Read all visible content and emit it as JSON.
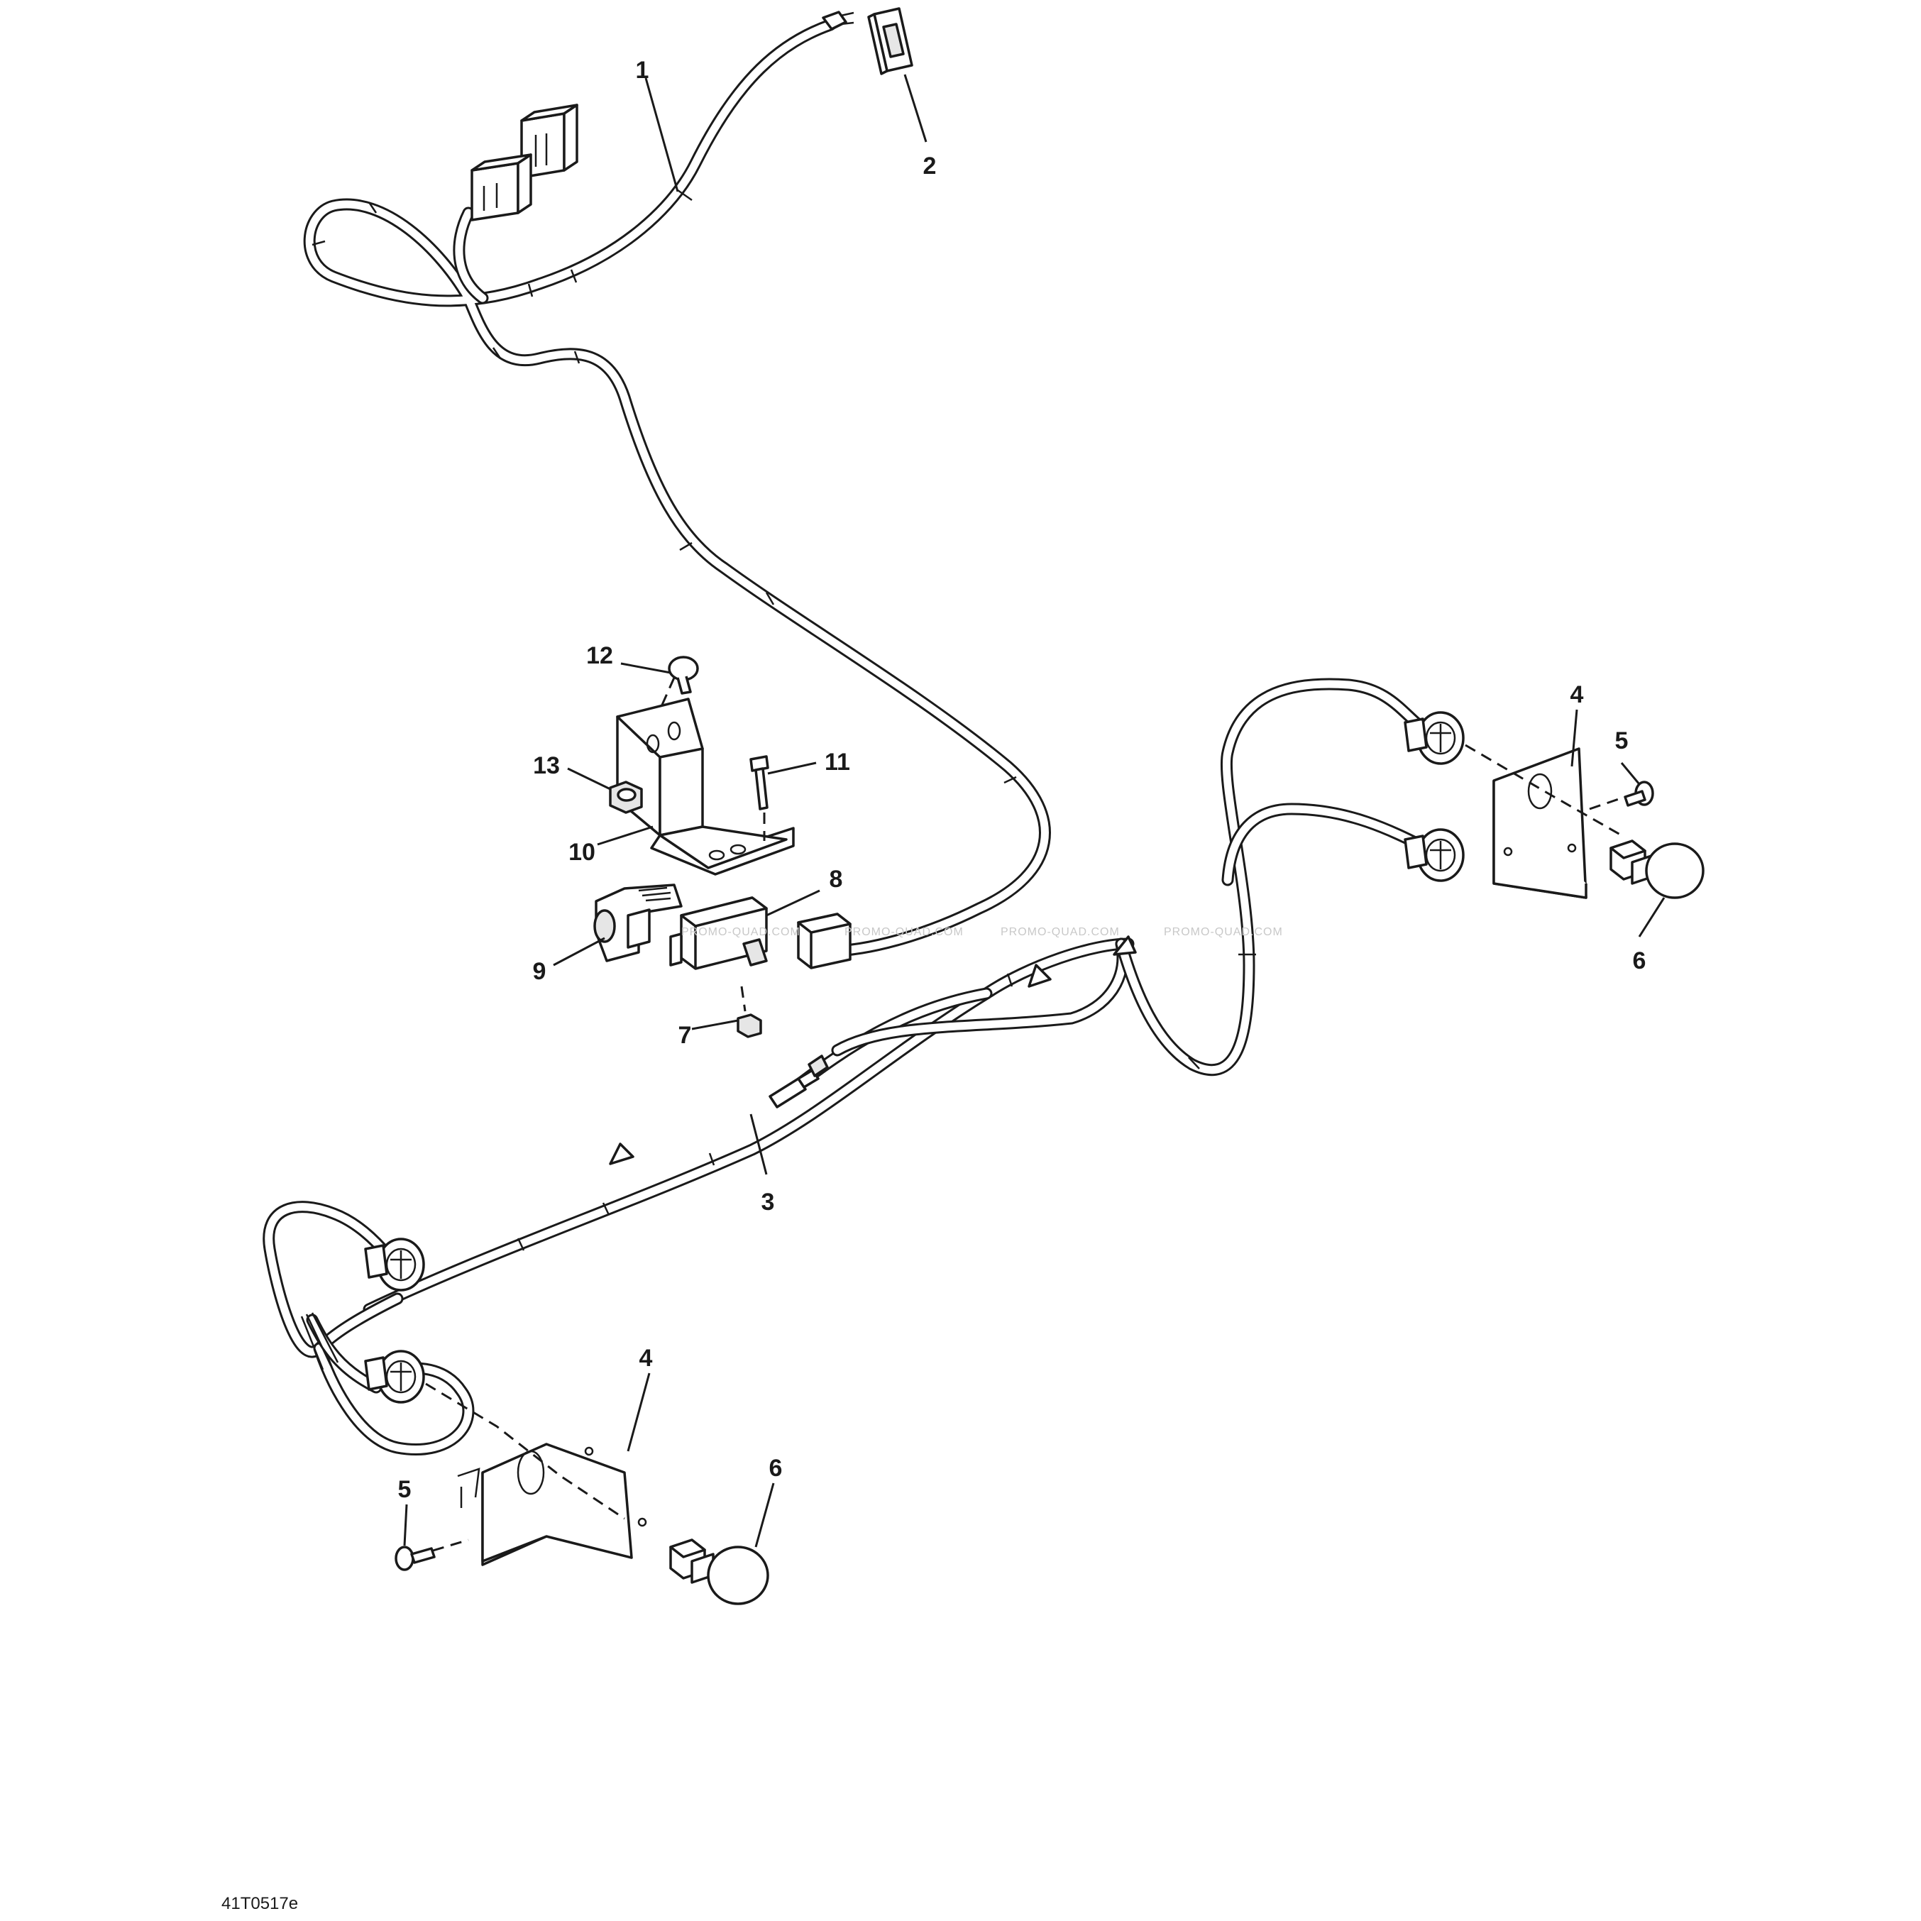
{
  "callouts": {
    "c1": "1",
    "c2": "2",
    "c3": "3",
    "c4a": "4",
    "c4b": "4",
    "c5a": "5",
    "c5b": "5",
    "c6a": "6",
    "c6b": "6",
    "c7": "7",
    "c8": "8",
    "c9": "9",
    "c10": "10",
    "c11": "11",
    "c12": "12",
    "c13": "13"
  },
  "figure_code": "41T0517e",
  "watermark": "PROMO-QUAD.COM"
}
